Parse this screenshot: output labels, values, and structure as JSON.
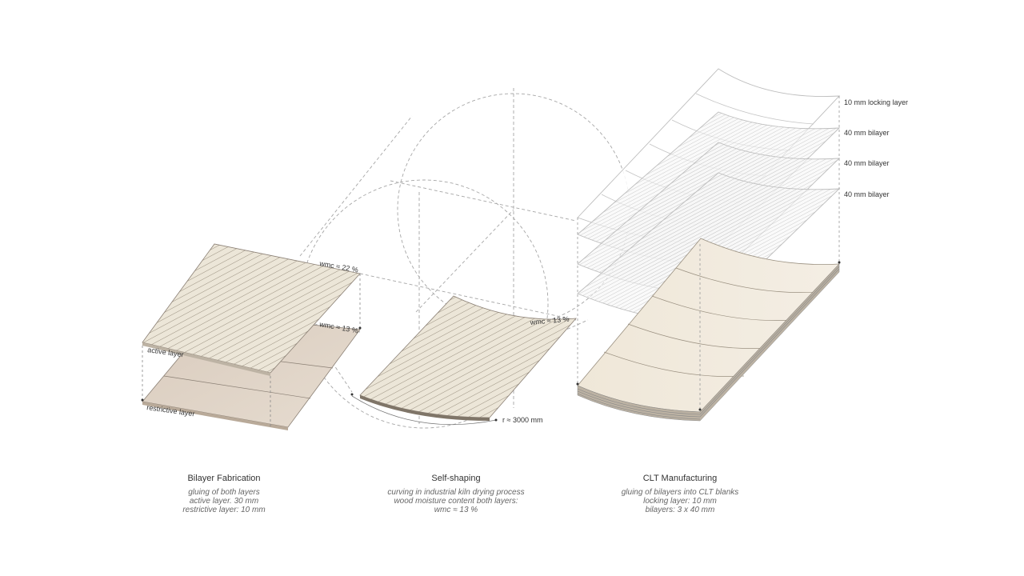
{
  "colors": {
    "background": "#ffffff",
    "active_layer": "#ece6d8",
    "restrictive_layer": "#ddd0c2",
    "clt_blank": "#f1eadd",
    "construction_line": "#a0a0a0",
    "text": "#333333"
  },
  "step1": {
    "wmc_top": "wmc ≈ 22 %",
    "wmc_bottom": "wmc ≈ 13 %",
    "active_label": "active layer",
    "restrictive_label": "restrictive layer",
    "caption": {
      "title": "Bilayer Fabrication",
      "lines": [
        "gluing of both layers",
        "active layer. 30 mm",
        "restrictive layer: 10 mm"
      ]
    }
  },
  "step2": {
    "wmc": "wmc ≈ 13 %",
    "radius": "r ≈ 3000 mm",
    "caption": {
      "title": "Self-shaping",
      "lines": [
        "curving in industrial kiln drying process",
        "wood moisture content both layers:",
        "wmc ≈ 13 %"
      ]
    }
  },
  "step3": {
    "layers": [
      {
        "label": "10 mm locking layer"
      },
      {
        "label": "40 mm bilayer"
      },
      {
        "label": "40 mm bilayer"
      },
      {
        "label": "40 mm bilayer"
      }
    ],
    "caption": {
      "title": "CLT Manufacturing",
      "lines": [
        "gluing of bilayers into CLT blanks",
        "locking layer: 10 mm",
        "bilayers: 3 x 40 mm"
      ]
    }
  }
}
